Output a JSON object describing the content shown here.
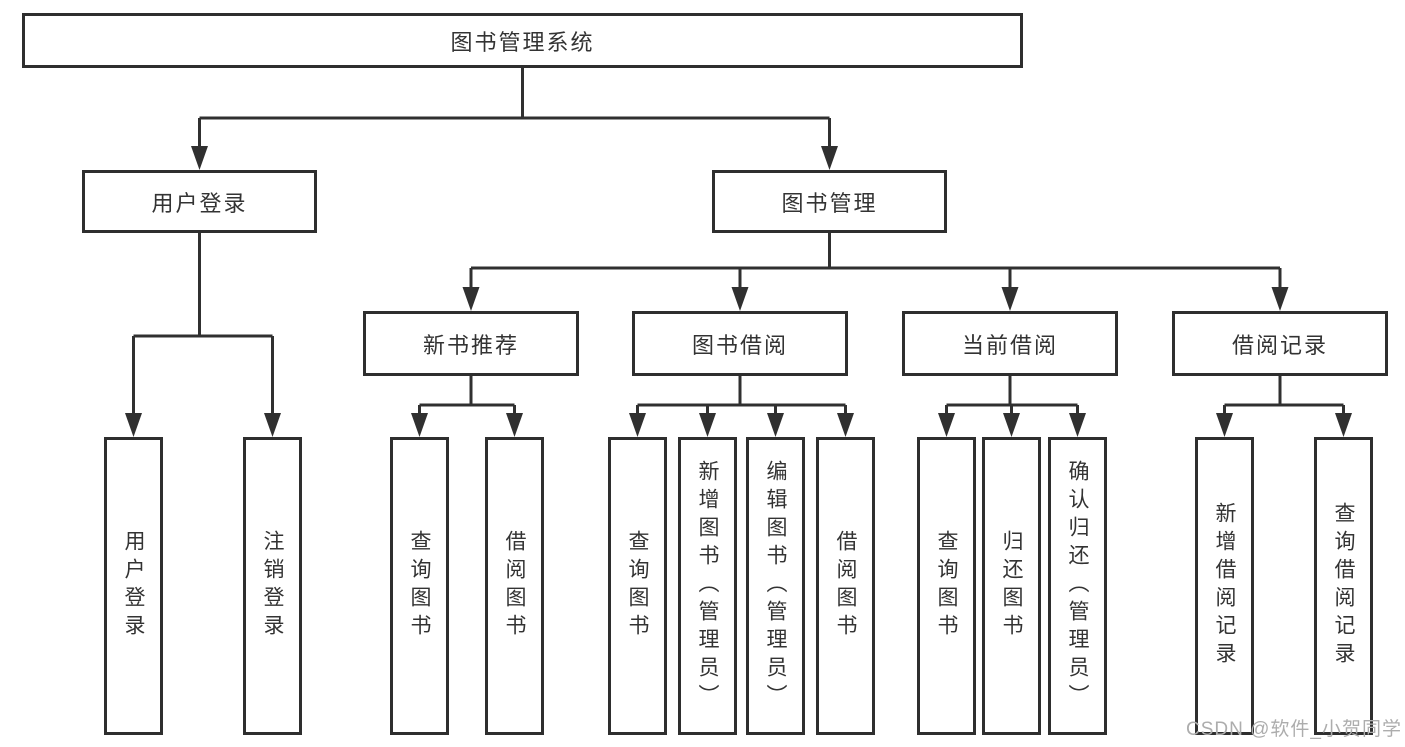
{
  "tree": {
    "root": {
      "label": "图书管理系统",
      "children": [
        {
          "label": "用户登录",
          "children": [
            {
              "label": "用户登录"
            },
            {
              "label": "注销登录"
            }
          ]
        },
        {
          "label": "图书管理",
          "children": [
            {
              "label": "新书推荐",
              "children": [
                {
                  "label": "查询图书"
                },
                {
                  "label": "借阅图书"
                }
              ]
            },
            {
              "label": "图书借阅",
              "children": [
                {
                  "label": "查询图书"
                },
                {
                  "label": "新增图书（管理员）"
                },
                {
                  "label": "编辑图书（管理员）"
                },
                {
                  "label": "借阅图书"
                }
              ]
            },
            {
              "label": "当前借阅",
              "children": [
                {
                  "label": "查询图书"
                },
                {
                  "label": "归还图书"
                },
                {
                  "label": "确认归还（管理员）"
                }
              ]
            },
            {
              "label": "借阅记录",
              "children": [
                {
                  "label": "新增借阅记录"
                },
                {
                  "label": "查询借阅记录"
                }
              ]
            }
          ]
        }
      ]
    }
  },
  "watermark": {
    "text": "CSDN @软件_小贺同学"
  },
  "colors": {
    "line": "#303030",
    "box_border": "#2e2e2e",
    "text": "#333333",
    "watermark": "#adadad",
    "background": "#ffffff"
  }
}
